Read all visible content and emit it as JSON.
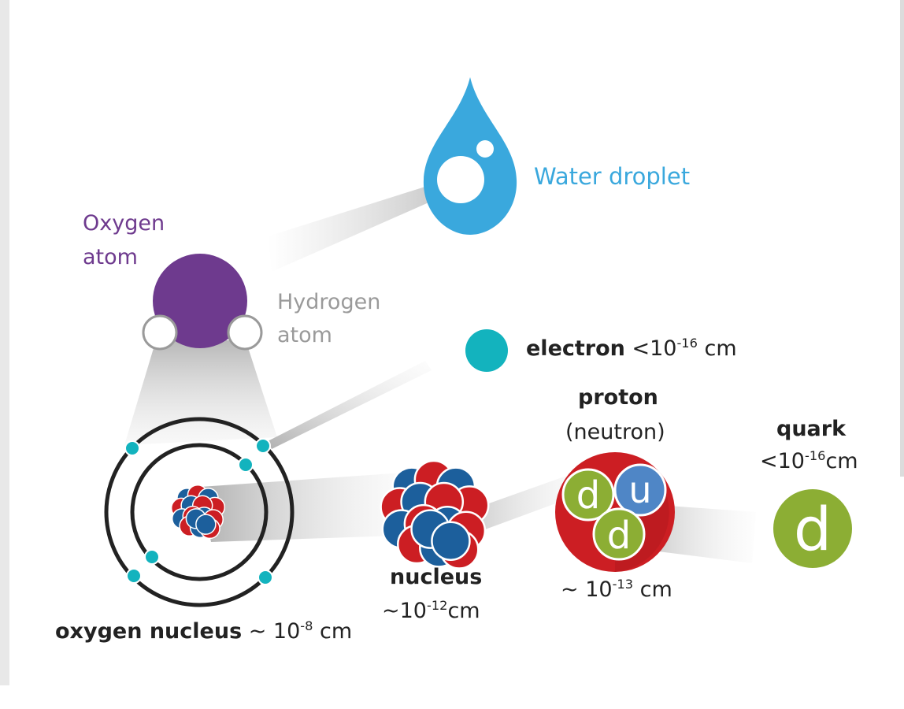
{
  "labels": {
    "water_droplet": "Water droplet",
    "oxygen_atom_line1": "Oxygen",
    "oxygen_atom_line2": "atom",
    "hydrogen_atom_line1": "Hydrogen",
    "hydrogen_atom_line2": "atom",
    "electron": {
      "name": "electron",
      "prefix": " <10",
      "exp": "-16",
      "unit": " cm"
    },
    "proton": {
      "line1": "proton",
      "line2": "(neutron)",
      "prefix": "~ 10",
      "exp": "-13",
      "unit": " cm"
    },
    "quark": {
      "line1": "quark",
      "prefix": "<10",
      "exp": "-16",
      "unit": "cm"
    },
    "nucleus": {
      "line1": "nucleus",
      "prefix": "~10",
      "exp": "-12",
      "unit": "cm"
    },
    "oxygen_nucleus": {
      "name": "oxygen nucleus",
      "prefix": " ~ 10",
      "exp": "-8",
      "unit": " cm"
    }
  },
  "glyphs": {
    "d": "d",
    "u": "u"
  },
  "colors": {
    "water": "#3aa8dd",
    "oxygen": "#6e3a8e",
    "hydrogen_label": "#9a9a9a",
    "electron": "#13b3be",
    "proton_red": "#cc1e23",
    "neutron_blue": "#1c5f9c",
    "quark_green": "#8cae34",
    "quark_blue": "#4f86c6"
  }
}
